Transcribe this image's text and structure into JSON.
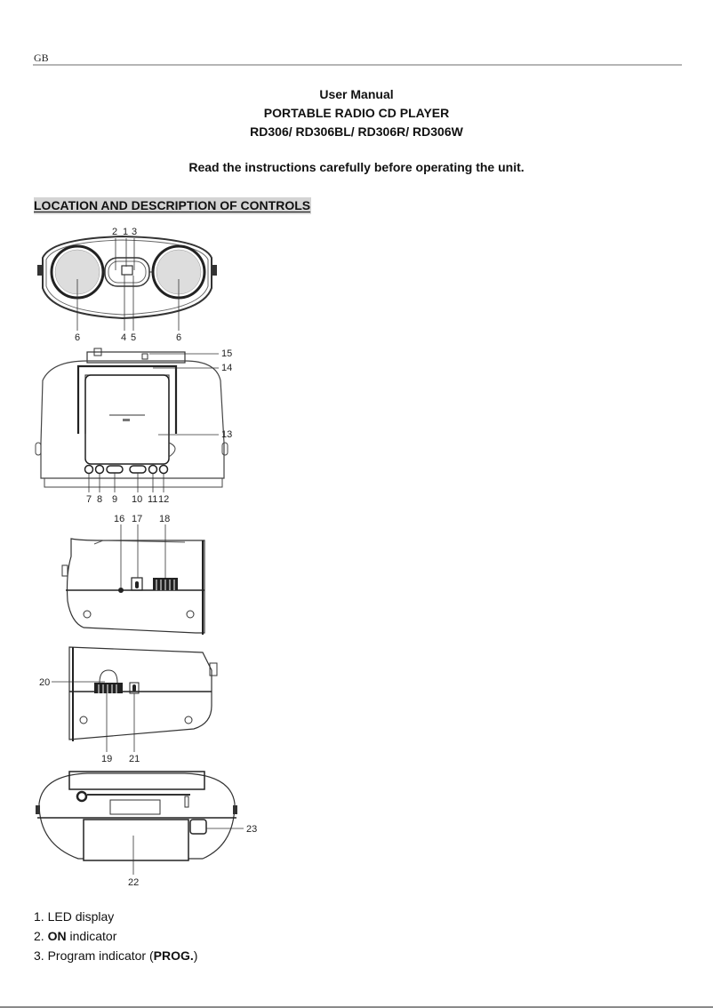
{
  "header": {
    "tag": "GB"
  },
  "title": {
    "line1": "User Manual",
    "line2": "PORTABLE RADIO CD PLAYER",
    "line3": "RD306/ RD306BL/ RD306R/ RD306W"
  },
  "instruction": "Read the instructions carefully before operating the unit.",
  "section": {
    "heading": "LOCATION AND DESCRIPTION OF CONTROLS"
  },
  "figures": {
    "top_view": {
      "callouts": [
        "2",
        "1",
        "3",
        "6",
        "4",
        "5",
        "6"
      ]
    },
    "front_view": {
      "callouts": [
        "15",
        "14",
        "13",
        "7",
        "8",
        "9",
        "10",
        "11",
        "12"
      ]
    },
    "right_side_view": {
      "callouts": [
        "16",
        "17",
        "18"
      ]
    },
    "left_side_view": {
      "callouts": [
        "20",
        "19",
        "21"
      ]
    },
    "back_view": {
      "callouts": [
        "23",
        "22"
      ]
    }
  },
  "controls": [
    {
      "num": "1.",
      "bold": "",
      "text": "LED display",
      "suffix": ""
    },
    {
      "num": "2.",
      "bold": "ON",
      "text": " indicator",
      "suffix": ""
    },
    {
      "num": "3.",
      "pre": "Program indicator (",
      "bold": "PROG.",
      "suffix": ")"
    }
  ]
}
